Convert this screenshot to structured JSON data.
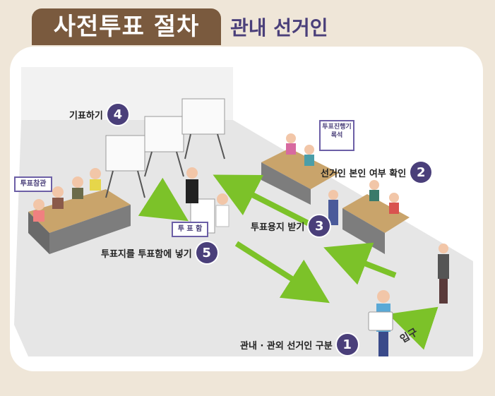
{
  "title": "사전투표 절차",
  "subtitle": "관내 선거인",
  "signs": {
    "observer": "투표참관",
    "progress": "투표진행기록석",
    "ballot_box": "투 표 함",
    "entrance": "입구"
  },
  "steps": [
    {
      "number": "1",
      "label": "관내 · 관외 선거인 구분"
    },
    {
      "number": "2",
      "label": "선거인 본인 여부 확인"
    },
    {
      "number": "3",
      "label": "투표용지 받기"
    },
    {
      "number": "4",
      "label": "기표하기"
    },
    {
      "number": "5",
      "label": "투표지를 투표함에 넣기"
    }
  ],
  "colors": {
    "title_bg": "#7a5a3e",
    "accent": "#4a3f7a",
    "arrow": "#7cc229",
    "floor": "#e6e6e6"
  }
}
